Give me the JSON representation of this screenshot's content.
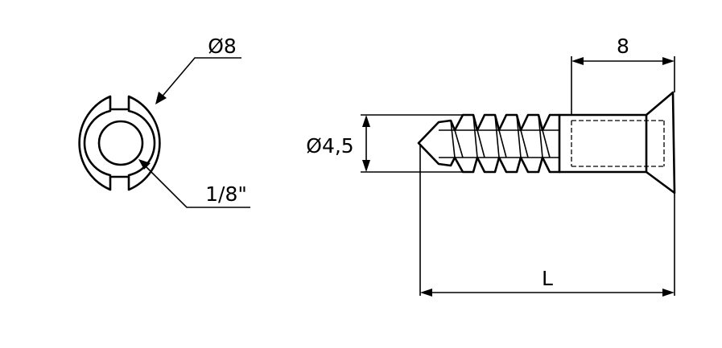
{
  "labels": {
    "head_diameter": "Ø8",
    "drive_size": "1/8\"",
    "thread_diameter": "Ø4,5",
    "shank_length": "8",
    "total_length": "L"
  }
}
